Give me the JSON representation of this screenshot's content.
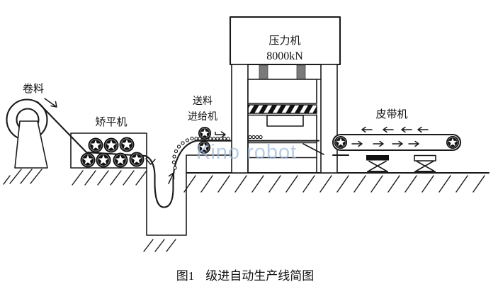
{
  "colors": {
    "line": "#1a1a1a",
    "background": "#ffffff",
    "watermark": "#9db9da",
    "guide_rod_gray": "#7a7a7a"
  },
  "labels": {
    "coil": "卷料",
    "leveler": "矫平机",
    "feeder_line1": "送料",
    "feeder_line2": "进给机",
    "press_name": "压力机",
    "press_capacity": "8000kN",
    "belt": "皮带机"
  },
  "watermark": {
    "text": "Kino robot"
  },
  "caption": {
    "figure_no": "图1",
    "title": "级进自动生产线简图"
  }
}
